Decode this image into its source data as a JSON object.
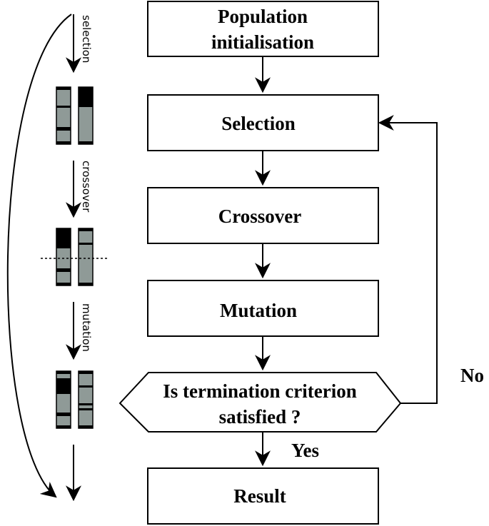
{
  "flow": {
    "init": [
      "Population",
      "initialisation"
    ],
    "selection": "Selection",
    "crossover": "Crossover",
    "mutation": "Mutation",
    "decision": [
      "Is termination criterion",
      "satisfied ?"
    ],
    "result": "Result",
    "yes": "Yes",
    "no": "No"
  },
  "side": {
    "selection": "selection",
    "crossover": "crossover",
    "mutation": "mutation"
  },
  "colors": {
    "chromosome_fill": "#8f9a97",
    "chromosome_band": "#000000",
    "line": "#000000"
  }
}
